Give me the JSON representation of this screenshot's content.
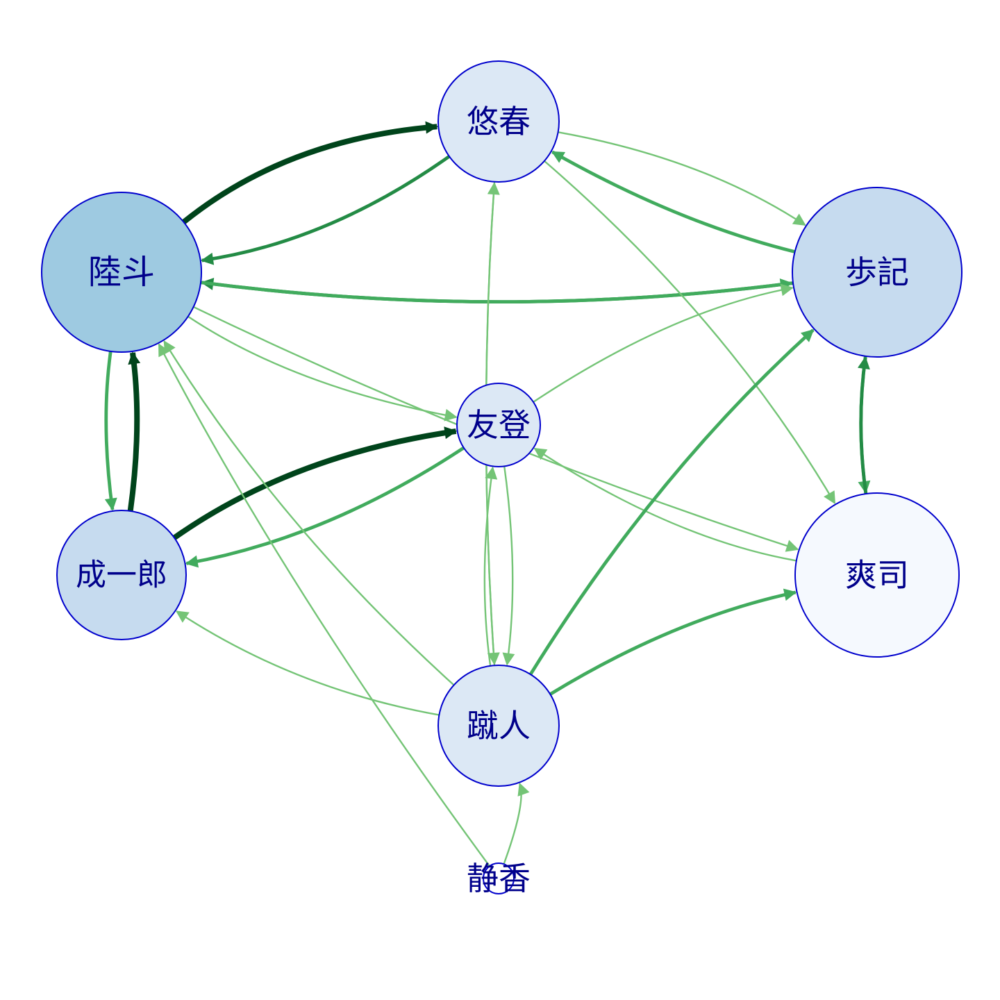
{
  "nodes": [
    {
      "id": "yuharu",
      "label": "悠春",
      "fill": "#dce8f5"
    },
    {
      "id": "rikuto",
      "label": "陸斗",
      "fill": "#9ecae1"
    },
    {
      "id": "ayuki",
      "label": "歩記",
      "fill": "#c6dbef"
    },
    {
      "id": "tomo",
      "label": "友登",
      "fill": "#dce8f5"
    },
    {
      "id": "seiichiro",
      "label": "成一郎",
      "fill": "#c6dbef"
    },
    {
      "id": "soji",
      "label": "爽司",
      "fill": "#f5f9fe"
    },
    {
      "id": "shuto",
      "label": "蹴人",
      "fill": "#dce8f5"
    },
    {
      "id": "shizuka",
      "label": "静香",
      "fill": "#ffffff"
    }
  ],
  "edges": [
    {
      "from": "rikuto",
      "to": "yuharu",
      "weight": 5,
      "color": "#00441b"
    },
    {
      "from": "yuharu",
      "to": "rikuto",
      "weight": 3,
      "color": "#238b45"
    },
    {
      "from": "ayuki",
      "to": "rikuto",
      "weight": 3,
      "color": "#238b45"
    },
    {
      "from": "rikuto",
      "to": "ayuki",
      "weight": 3,
      "color": "#41ab5d"
    },
    {
      "from": "ayuki",
      "to": "yuharu",
      "weight": 3,
      "color": "#41ab5d"
    },
    {
      "from": "yuharu",
      "to": "ayuki",
      "weight": 1.5,
      "color": "#74c476"
    },
    {
      "from": "yuharu",
      "to": "soji",
      "weight": 1.5,
      "color": "#74c476"
    },
    {
      "from": "yuharu",
      "to": "shuto",
      "weight": 1.5,
      "color": "#74c476"
    },
    {
      "from": "shuto",
      "to": "yuharu",
      "weight": 1.5,
      "color": "#74c476"
    },
    {
      "from": "seiichiro",
      "to": "rikuto",
      "weight": 5,
      "color": "#00441b"
    },
    {
      "from": "rikuto",
      "to": "seiichiro",
      "weight": 3,
      "color": "#41ab5d"
    },
    {
      "from": "seiichiro",
      "to": "tomo",
      "weight": 5,
      "color": "#00441b"
    },
    {
      "from": "tomo",
      "to": "seiichiro",
      "weight": 3,
      "color": "#41ab5d"
    },
    {
      "from": "rikuto",
      "to": "tomo",
      "weight": 1.5,
      "color": "#74c476"
    },
    {
      "from": "rikuto",
      "to": "soji",
      "weight": 1.5,
      "color": "#74c476"
    },
    {
      "from": "tomo",
      "to": "ayuki",
      "weight": 1.5,
      "color": "#74c476"
    },
    {
      "from": "soji",
      "to": "tomo",
      "weight": 1.5,
      "color": "#74c476"
    },
    {
      "from": "ayuki",
      "to": "soji",
      "weight": 3,
      "color": "#41ab5d"
    },
    {
      "from": "soji",
      "to": "ayuki",
      "weight": 3,
      "color": "#238b45"
    },
    {
      "from": "shuto",
      "to": "ayuki",
      "weight": 3,
      "color": "#41ab5d"
    },
    {
      "from": "shuto",
      "to": "soji",
      "weight": 3,
      "color": "#41ab5d"
    },
    {
      "from": "shuto",
      "to": "tomo",
      "weight": 1.5,
      "color": "#74c476"
    },
    {
      "from": "tomo",
      "to": "shuto",
      "weight": 1.5,
      "color": "#74c476"
    },
    {
      "from": "shuto",
      "to": "seiichiro",
      "weight": 1.5,
      "color": "#74c476"
    },
    {
      "from": "shuto",
      "to": "rikuto",
      "weight": 1.5,
      "color": "#74c476"
    },
    {
      "from": "shizuka",
      "to": "rikuto",
      "weight": 1.5,
      "color": "#74c476"
    },
    {
      "from": "shizuka",
      "to": "shuto",
      "weight": 1.5,
      "color": "#74c476"
    }
  ]
}
